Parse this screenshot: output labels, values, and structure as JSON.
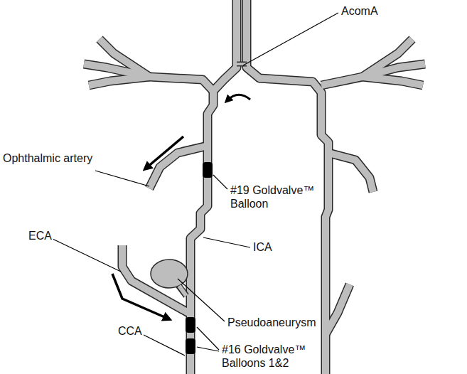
{
  "diagram": {
    "labels": [
      "AcomA",
      "Ophthalmic artery",
      "#19 Goldvalve™ Balloon",
      "ICA",
      "ECA",
      "Pseudoaneurysm",
      "CCA",
      "#16 Goldvalve™ Balloons 1&2"
    ]
  }
}
